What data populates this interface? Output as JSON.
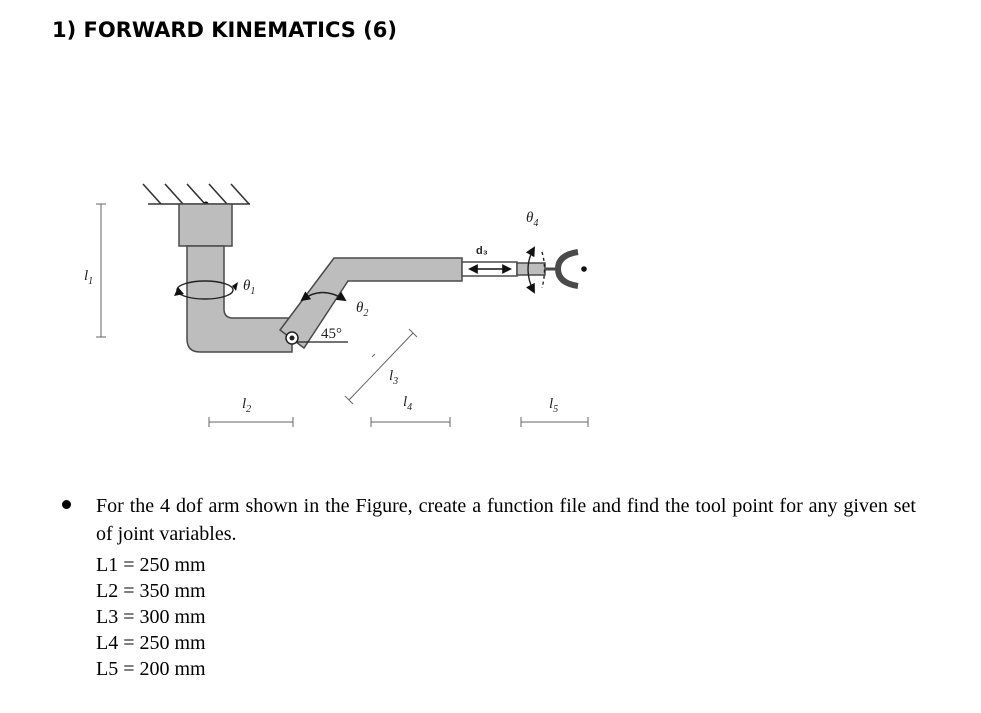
{
  "heading": "1) FORWARD KINEMATICS (6)",
  "figure": {
    "labels": {
      "l1": "l",
      "l1_sub": "1",
      "l2": "l",
      "l2_sub": "2",
      "l3": "l",
      "l3_sub": "3",
      "l4": "l",
      "l4_sub": "4",
      "l5": "l",
      "l5_sub": "5",
      "theta1": "θ",
      "theta1_sub": "1",
      "theta2": "θ",
      "theta2_sub": "2",
      "theta4": "θ",
      "theta4_sub": "4",
      "d3": "d₃",
      "angle": "45°"
    },
    "colors": {
      "link_fill": "#bdbdbd",
      "link_stroke": "#4a4a4a",
      "line": "#333333"
    }
  },
  "problem": {
    "bullet_text": "For the 4 dof arm shown in the Figure, create a function file and find the tool point for any given set of joint variables.",
    "lengths": [
      "L1 = 250 mm",
      "L2 = 350 mm",
      "L3 = 300 mm",
      "L4 = 250 mm",
      "L5 = 200 mm"
    ]
  }
}
